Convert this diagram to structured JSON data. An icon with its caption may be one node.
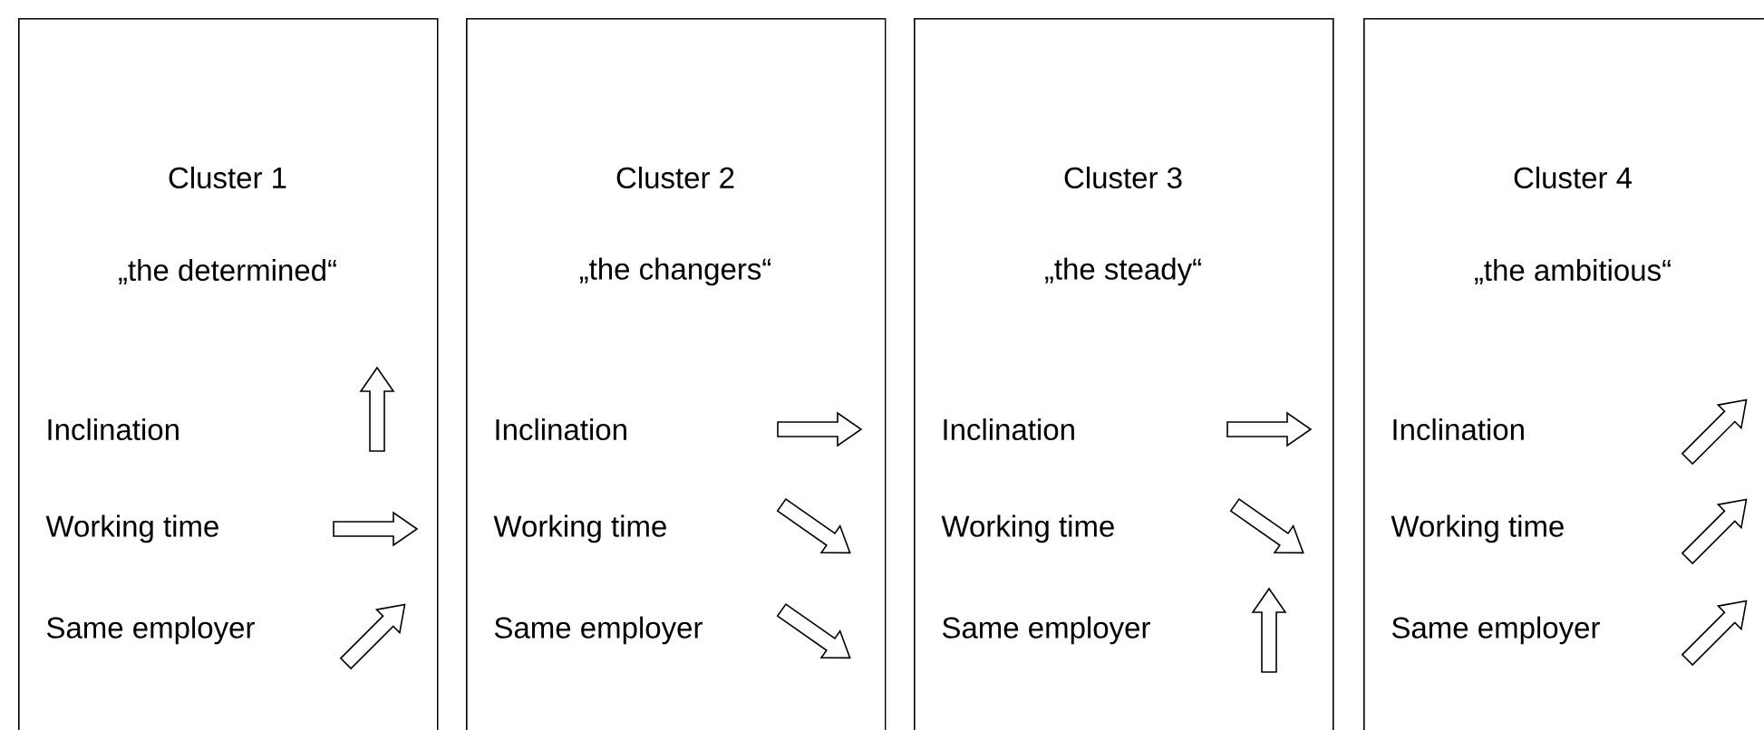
{
  "diagram": {
    "nodes": [
      {
        "text": [
          "Cluster 1",
          "„the determined“",
          "Inclination",
          "Working time",
          "Same employer"
        ]
      },
      {
        "text": [
          "Cluster 2",
          "„the changers“",
          "Inclination",
          "Working time",
          "Same employer"
        ]
      },
      {
        "text": [
          "Cluster 3",
          "„the steady“",
          "Inclination",
          "Working time",
          "Same employer"
        ]
      },
      {
        "text": [
          "Cluster 4",
          "„the ambitious“",
          "Inclination",
          "Working time",
          "Same employer"
        ]
      }
    ]
  }
}
